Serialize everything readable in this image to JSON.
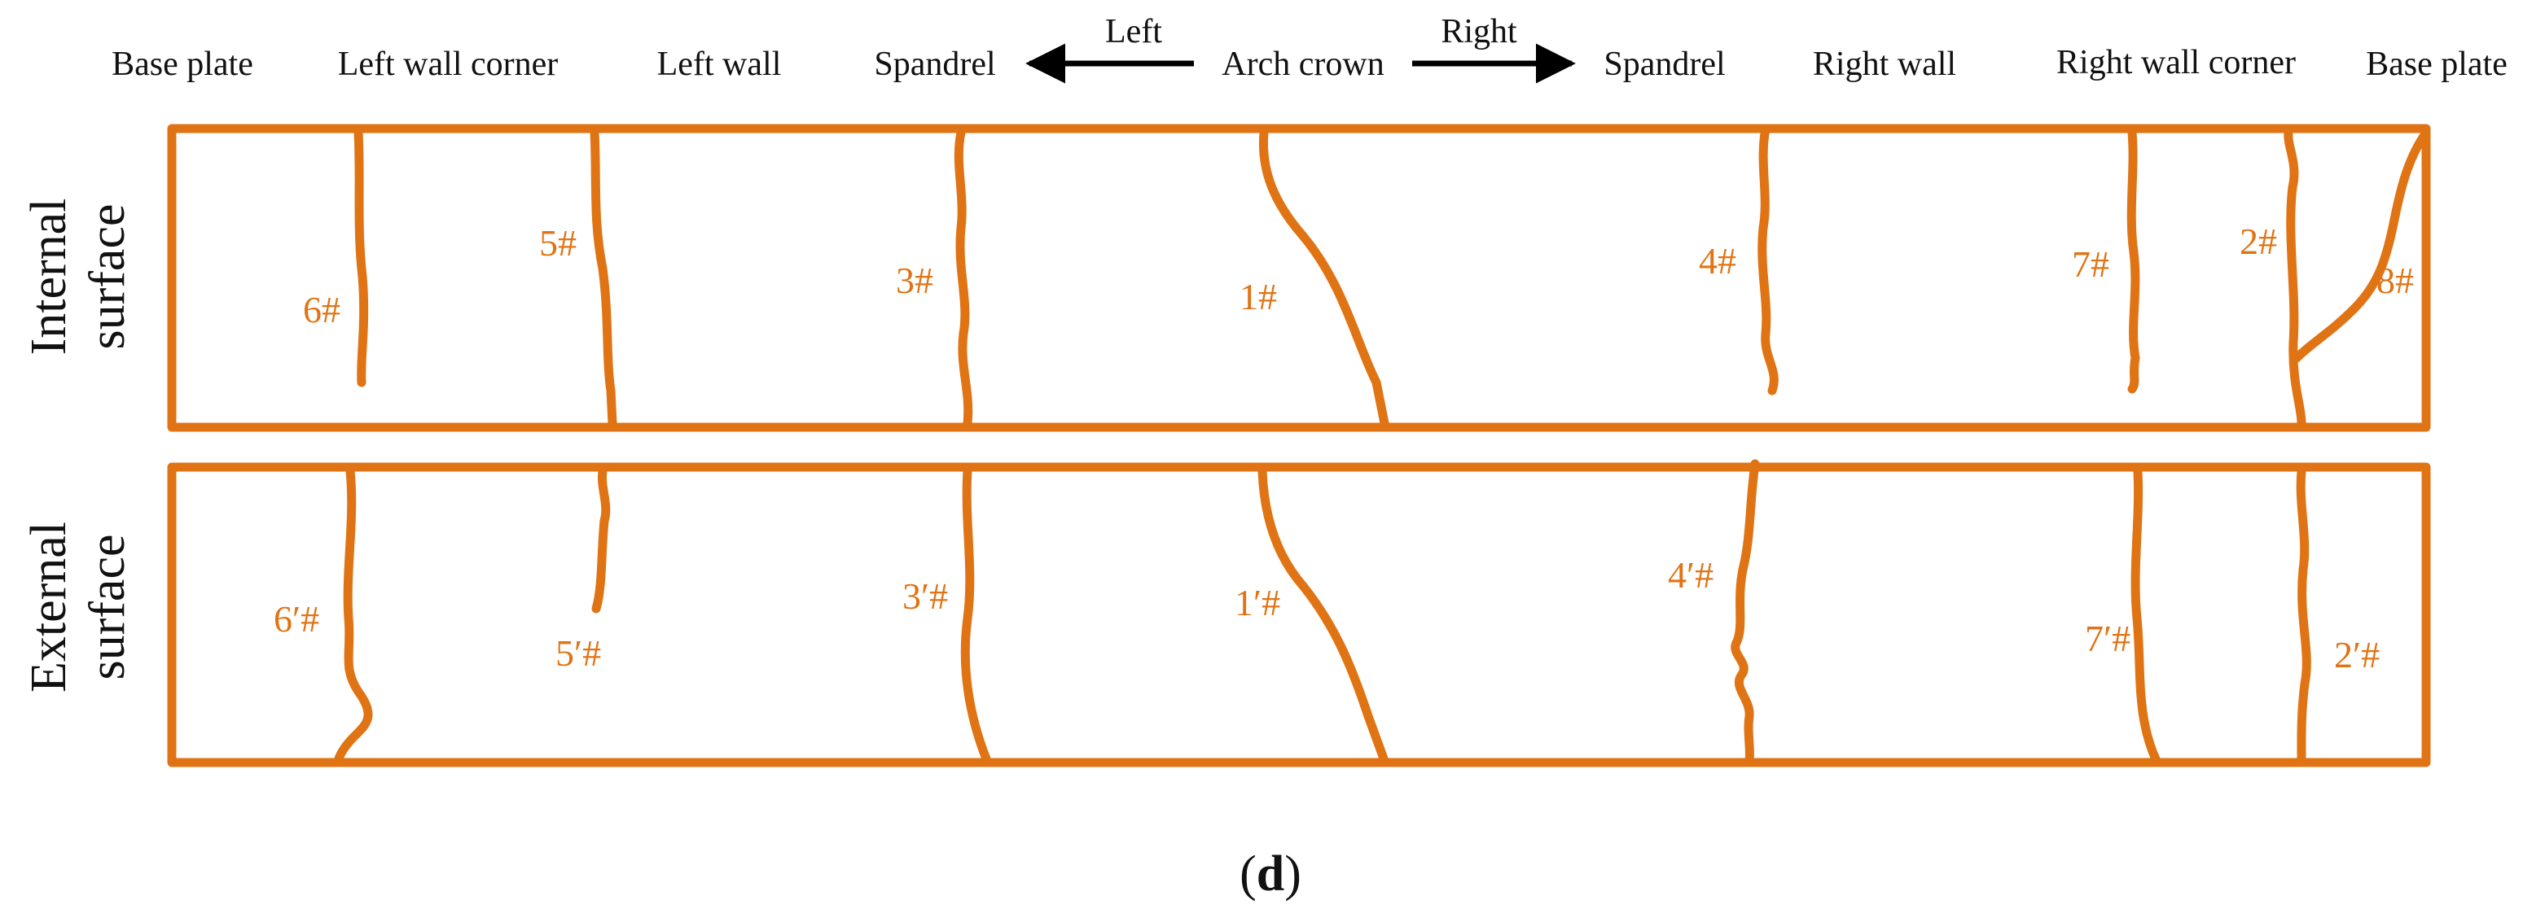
{
  "colors": {
    "crack": "#E07414",
    "text": "#111111",
    "arrow": "#000000"
  },
  "positions": [
    "Base plate",
    "Left wall corner",
    "Left wall",
    "Spandrel",
    "Arch crown",
    "Spandrel",
    "Right wall",
    "Right wall corner",
    "Base plate"
  ],
  "direction": {
    "left": "Left",
    "right": "Right"
  },
  "panels": {
    "internal": {
      "label_line1": "Internal",
      "label_line2": "surface",
      "cracks": [
        "6#",
        "5#",
        "3#",
        "1#",
        "4#",
        "7#",
        "2#",
        "8#"
      ]
    },
    "external": {
      "label_line1": "External",
      "label_line2": "surface",
      "cracks": [
        "6′#",
        "5′#",
        "3′#",
        "1′#",
        "4′#",
        "7′#",
        "2′#"
      ]
    }
  },
  "caption": {
    "open": "(",
    "letter": "d",
    "close": ")"
  }
}
